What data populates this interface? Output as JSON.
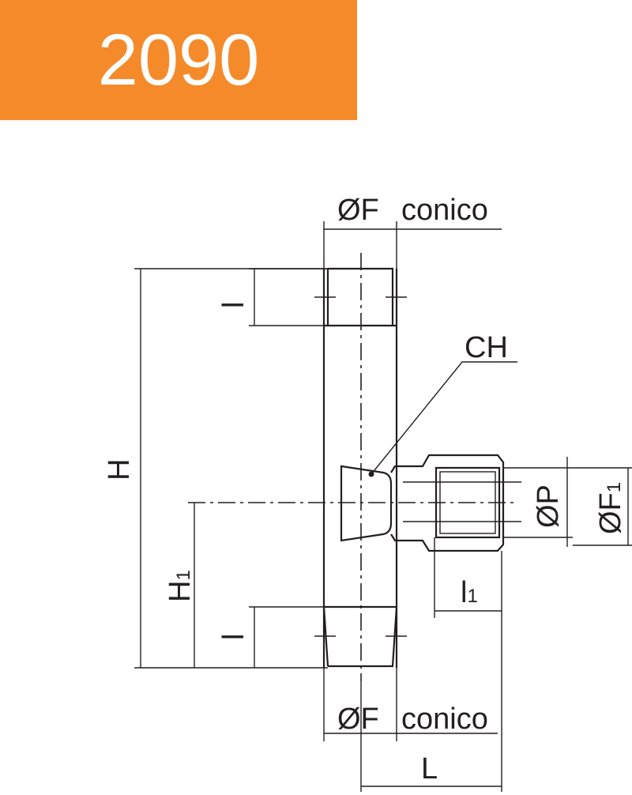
{
  "header": {
    "code": "2090",
    "color": "#F58A2B"
  },
  "diagram": {
    "labels": {
      "f_top": "ØF",
      "conico_top": "conico",
      "f_bottom": "ØF",
      "conico_bottom": "conico",
      "ch": "CH",
      "h": "H",
      "h1_main": "H",
      "h1_sub": "1",
      "l_top": "l",
      "l_bottom": "l",
      "p": "ØP",
      "f1_main": "ØF",
      "f1_sub": "1",
      "l1_main": "l",
      "l1_sub": "1",
      "L": "L"
    }
  }
}
